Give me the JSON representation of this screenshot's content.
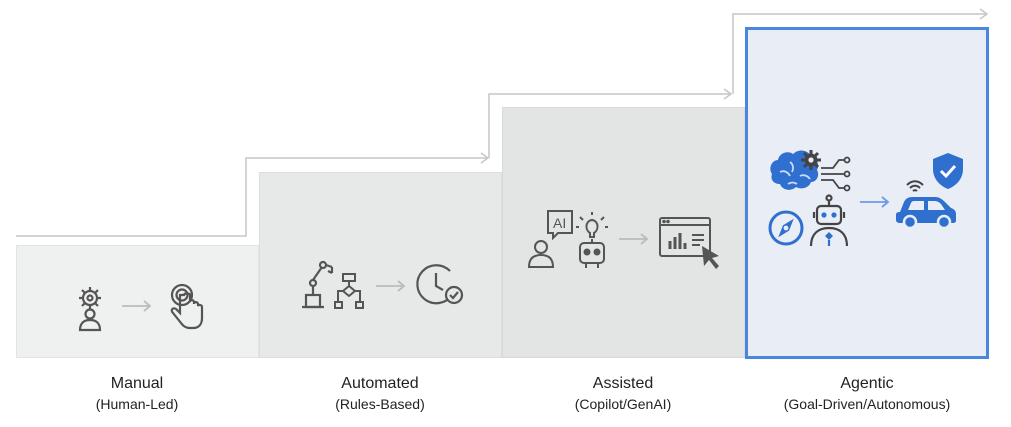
{
  "stages": [
    {
      "name": "Manual",
      "subtitle": "(Human-Led)",
      "icons": [
        "gear-person-icon",
        "tap-hand-icon"
      ]
    },
    {
      "name": "Automated",
      "subtitle": "(Rules-Based)",
      "icons": [
        "robot-arm-icon",
        "flowchart-icon",
        "clock-check-icon"
      ]
    },
    {
      "name": "Assisted",
      "subtitle": "(Copilot/GenAI)",
      "icons": [
        "ai-chat-person-icon",
        "robot-idea-icon",
        "dashboard-cursor-icon"
      ],
      "ai_badge": "AI"
    },
    {
      "name": "Agentic",
      "subtitle": "(Goal-Driven/Autonomous)",
      "icons": [
        "brain-gear-icon",
        "compass-icon",
        "robot-icon",
        "shield-check-icon",
        "autonomous-car-icon"
      ]
    }
  ],
  "colors": {
    "accent": "#4a86e0",
    "icon_gray": "#555555",
    "blue_icon": "#2f6fd0",
    "arrow_gray": "#b9bcbf"
  }
}
